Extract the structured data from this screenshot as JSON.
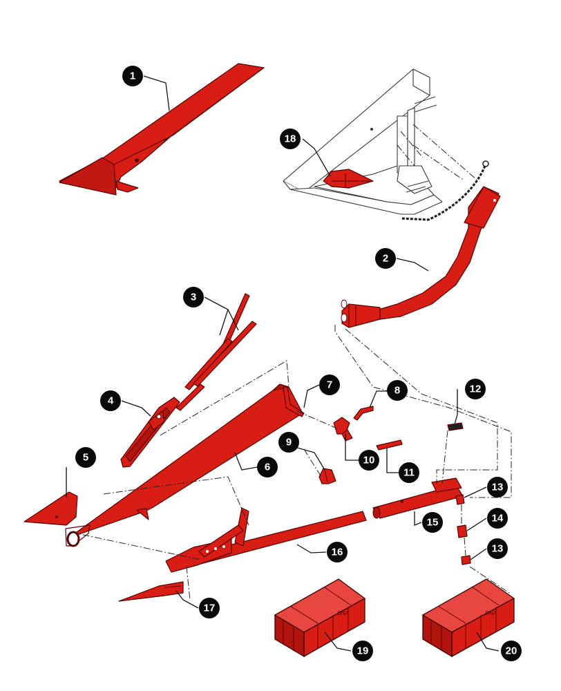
{
  "callouts": [
    {
      "id": "1",
      "label": "1"
    },
    {
      "id": "2",
      "label": "2"
    },
    {
      "id": "3",
      "label": "3"
    },
    {
      "id": "4",
      "label": "4"
    },
    {
      "id": "5",
      "label": "5"
    },
    {
      "id": "6",
      "label": "6"
    },
    {
      "id": "7",
      "label": "7"
    },
    {
      "id": "8",
      "label": "8"
    },
    {
      "id": "9",
      "label": "9"
    },
    {
      "id": "10",
      "label": "10"
    },
    {
      "id": "11",
      "label": "11"
    },
    {
      "id": "12",
      "label": "12"
    },
    {
      "id": "13a",
      "label": "13"
    },
    {
      "id": "14",
      "label": "14"
    },
    {
      "id": "13b",
      "label": "13"
    },
    {
      "id": "15",
      "label": "15"
    },
    {
      "id": "16",
      "label": "16"
    },
    {
      "id": "17",
      "label": "17"
    },
    {
      "id": "18",
      "label": "18"
    },
    {
      "id": "19",
      "label": "19"
    },
    {
      "id": "20",
      "label": "20"
    }
  ],
  "crate_marks": {
    "crate_19": "DNA",
    "crate_20": "DNA"
  },
  "colors": {
    "part_red": "#d81d14",
    "outline": "#5a0000",
    "callout_bg": "#0a0a0a",
    "callout_text": "#ffffff"
  }
}
